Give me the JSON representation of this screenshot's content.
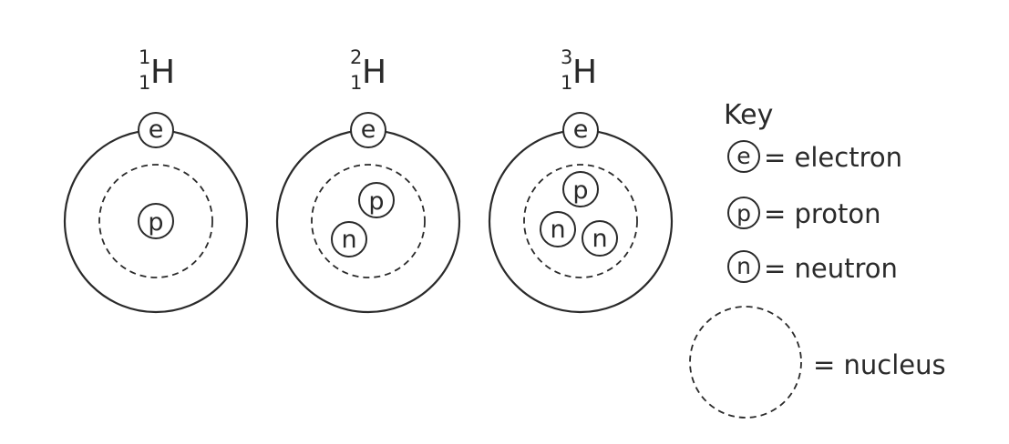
{
  "atoms": [
    {
      "mass_number": "1",
      "atomic_number": "1",
      "symbol": "H",
      "electron": "e",
      "nucleus": [
        "p"
      ]
    },
    {
      "mass_number": "2",
      "atomic_number": "1",
      "symbol": "H",
      "electron": "e",
      "nucleus": [
        "p",
        "n"
      ]
    },
    {
      "mass_number": "3",
      "atomic_number": "1",
      "symbol": "H",
      "electron": "e",
      "nucleus": [
        "p",
        "n",
        "n"
      ]
    }
  ],
  "key": {
    "title": "Key",
    "items": [
      {
        "symbol": "e",
        "label": "= electron"
      },
      {
        "symbol": "p",
        "label": "= proton"
      },
      {
        "symbol": "n",
        "label": "= neutron"
      }
    ],
    "nucleus_label": "= nucleus"
  },
  "colors": {
    "ink": "#2a2a2a",
    "background": "#ffffff"
  }
}
